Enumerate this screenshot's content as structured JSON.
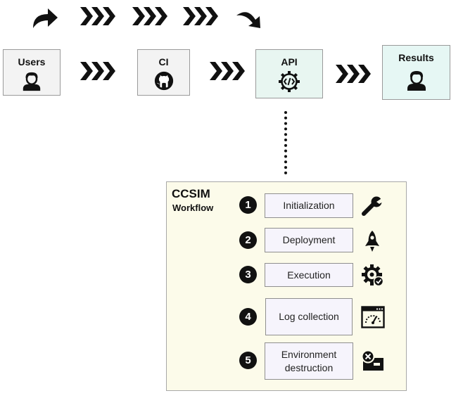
{
  "nodes": {
    "users": {
      "label": "Users",
      "icon": "user-icon"
    },
    "ci": {
      "label": "CI",
      "icon": "github-icon"
    },
    "api": {
      "label": "API",
      "icon": "code-gear-icon"
    },
    "results": {
      "label": "Results",
      "icon": "user-icon"
    }
  },
  "panel": {
    "title": "CCSIM",
    "subtitle": "Workflow",
    "steps": [
      {
        "number": "1",
        "label": "Initialization",
        "icon": "wrench-icon"
      },
      {
        "number": "2",
        "label": "Deployment",
        "icon": "rocket-icon"
      },
      {
        "number": "3",
        "label": "Execution",
        "icon": "gear-check-icon"
      },
      {
        "number": "4",
        "label": "Log collection",
        "icon": "dashboard-window-icon"
      },
      {
        "number": "5",
        "label": "Environment destruction",
        "icon": "remove-server-icon"
      }
    ]
  },
  "colors": {
    "users_bg": "#f3f3f3",
    "ci_bg": "#f3f3f3",
    "api_bg": "#e8f6f1",
    "results_bg": "#e6f7f4",
    "panel_bg": "#fcfbea",
    "step_bg": "#f6f4fc"
  }
}
